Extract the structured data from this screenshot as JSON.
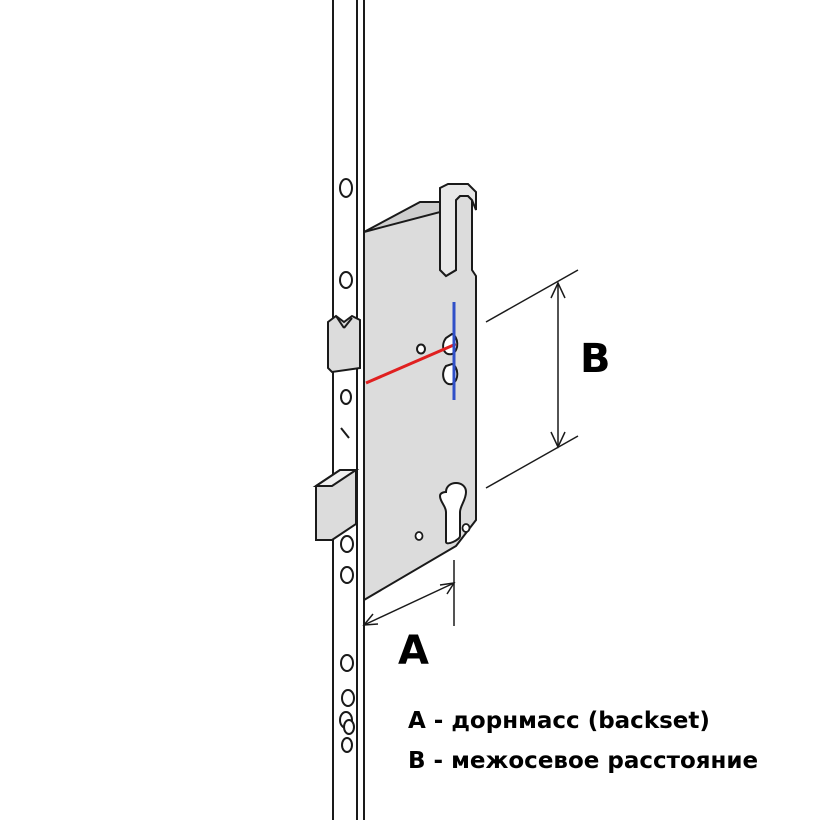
{
  "labels": {
    "a": "A",
    "b": "B"
  },
  "legend": {
    "a_line": "A - дорнмасс (backset)",
    "b_line": "B - межосевое расстояние"
  },
  "colors": {
    "outline": "#1a1a1a",
    "body_fill": "#dcdcdc",
    "strip_fill": "#ffffff",
    "backset_line": "#e02020",
    "axis_line": "#3050c8"
  },
  "icons": {
    "lock": "mortise-lock-icon"
  }
}
